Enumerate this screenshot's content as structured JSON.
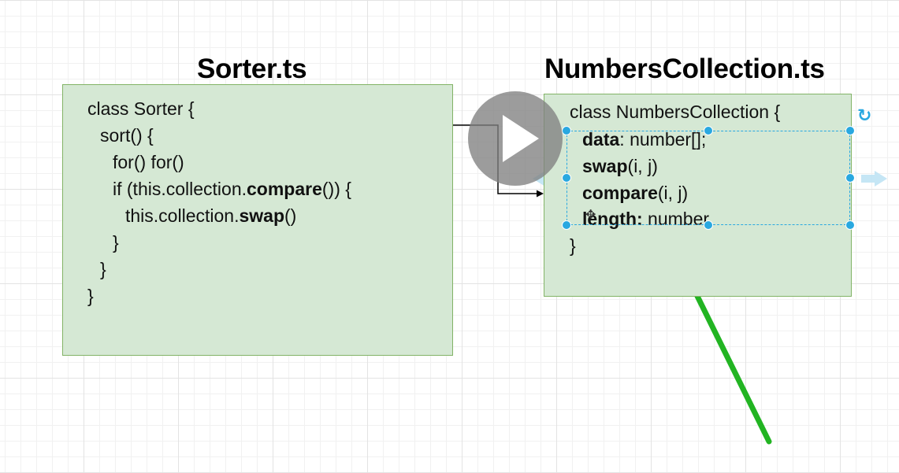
{
  "sorter": {
    "title": "Sorter.ts",
    "lines": [
      {
        "plain": "class Sorter {"
      },
      {
        "plain": "sort() {"
      },
      {
        "plain": "for() for()"
      },
      {
        "pre": "if (this.collection.",
        "bold": "compare",
        "post": "()) {"
      },
      {
        "pre": "this.collection.",
        "bold": "swap",
        "post": "()"
      },
      {
        "plain": "}"
      },
      {
        "plain": "}"
      },
      {
        "plain": "}"
      }
    ]
  },
  "numbers_collection": {
    "title": "NumbersCollection.ts",
    "lines": [
      {
        "plain": "class NumbersCollection {"
      },
      {
        "bold": "data",
        "post": ": number[];"
      },
      {
        "bold": "swap",
        "post": "(i, j)"
      },
      {
        "bold": "compare",
        "post": "(i, j)"
      },
      {
        "bold": "length:",
        "post": " number"
      },
      {
        "plain": "}"
      }
    ]
  },
  "colors": {
    "box_fill": "#d5e8d4",
    "box_stroke": "#82b366",
    "selection": "#29a8e0",
    "annotation_arrow": "#22b422",
    "connector": "#000000"
  },
  "icons": {
    "play": "play-icon",
    "rotate": "rotate-icon",
    "move": "move-icon"
  }
}
